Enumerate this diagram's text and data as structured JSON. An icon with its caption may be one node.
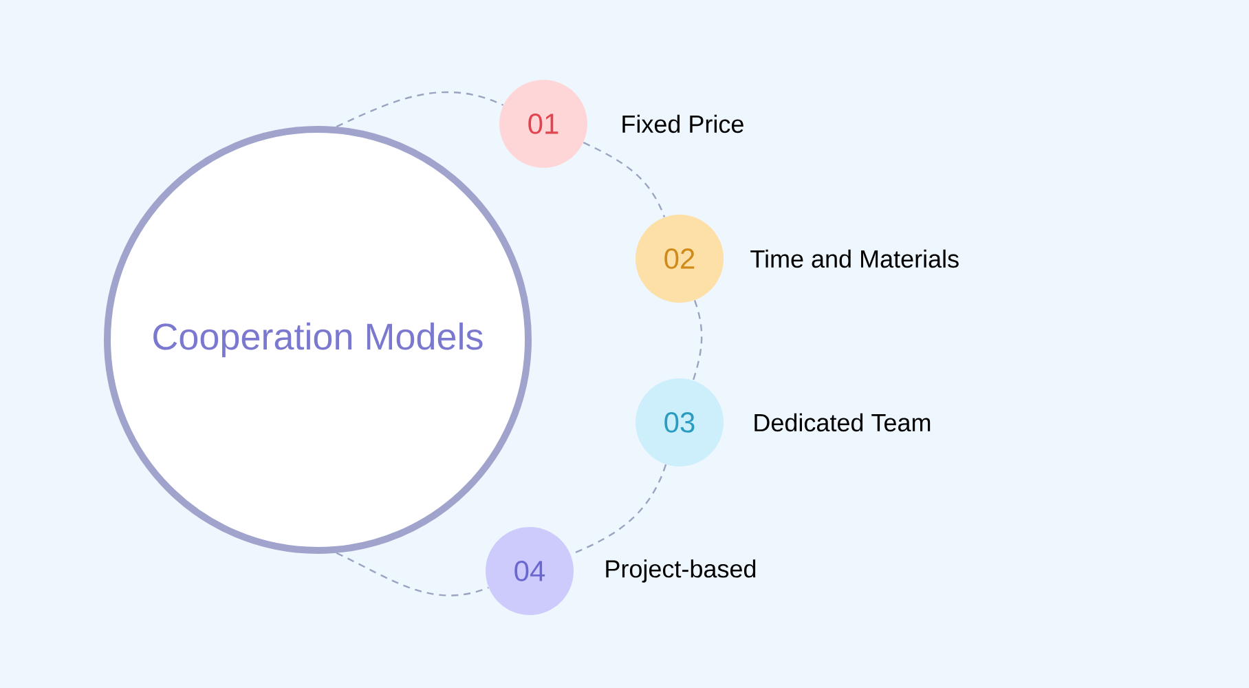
{
  "diagram": {
    "nodes": [
      {
        "text": [
          "Cooperation Models"
        ]
      },
      {
        "text": [
          "01"
        ],
        "beside": [
          "Fixed Price"
        ]
      },
      {
        "text": [
          "02"
        ],
        "beside": [
          "Time and Materials"
        ]
      },
      {
        "text": [
          "03"
        ],
        "beside": [
          "Dedicated Team"
        ]
      },
      {
        "text": [
          "04"
        ],
        "beside": [
          "Project-based"
        ]
      }
    ],
    "edges": [
      {
        "from": 0,
        "to": 1,
        "arrow": "none",
        "style": "dashed"
      },
      {
        "from": 1,
        "to": 2,
        "arrow": "none",
        "style": "dashed"
      },
      {
        "from": 2,
        "to": 3,
        "arrow": "none",
        "style": "dashed"
      },
      {
        "from": 3,
        "to": 4,
        "arrow": "none",
        "style": "dashed"
      },
      {
        "from": 0,
        "to": 4,
        "arrow": "none",
        "style": "dashed"
      }
    ]
  }
}
